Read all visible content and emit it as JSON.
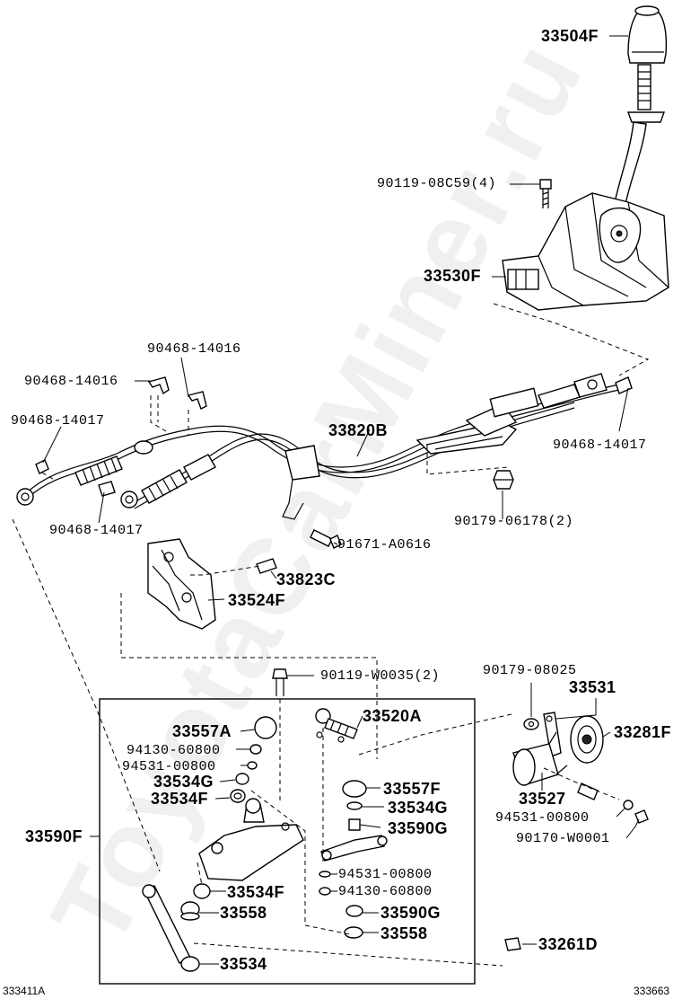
{
  "watermark": "ToyotaCarMiner.ru",
  "diagram_ids": {
    "left": "333411A",
    "right": "333663"
  },
  "labels": {
    "knob": "33504F",
    "shifter_bolt": "90119-08C59(4)",
    "shift_lever_housing": "33530F",
    "clip_top_left": "90468-14016",
    "clip_top_mid": "90468-14016",
    "clip_left": "90468-14017",
    "clip_left_lower": "90468-14017",
    "clip_right": "90468-14017",
    "cable_assembly": "33820B",
    "nut_cable": "90179-06178(2)",
    "bolt_bracket": "91671-A0616",
    "bolt_retainer": "33823C",
    "retainer": "33524F",
    "bolt_case": "90119-W0035(2)",
    "bushing_a": "33557A",
    "nut_a": "94130-60800",
    "washer_a": "94531-00800",
    "bushing_g_left": "33534G",
    "bushing_f_left": "33534F",
    "lever_assembly": "33590F",
    "pin_a": "33520A",
    "bushing_f_right": "33557F",
    "bushing_g_right": "33534G",
    "lever_g": "33590G",
    "washer_b": "94531-00800",
    "nut_b": "94130-60800",
    "bushing_f_lower": "33534F",
    "bushing_558_left": "33558",
    "lever_g_lower": "33590G",
    "bushing_558_right": "33558",
    "lever_534": "33534",
    "nut_right_top": "90179-08025",
    "bracket_531": "33531",
    "seal_281": "33281F",
    "body_527": "33527",
    "washer_right": "94531-00800",
    "nut_right": "90170-W0001",
    "clip_261": "33261D"
  }
}
